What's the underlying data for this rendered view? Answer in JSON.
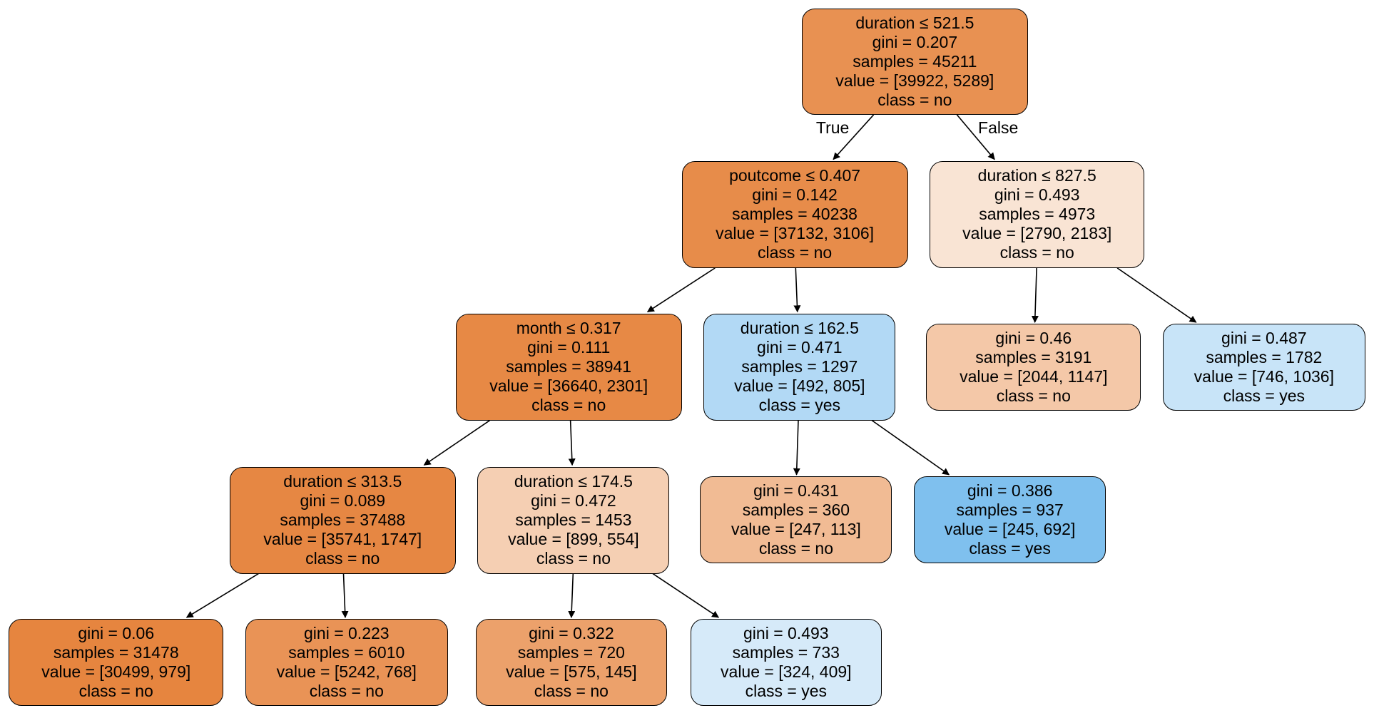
{
  "tree": {
    "nodes": [
      {
        "id": "n0",
        "lines": [
          "duration ≤ 521.5",
          "gini = 0.207",
          "samples = 45211",
          "value = [39922, 5289]",
          "class = no"
        ],
        "fill": "#e89152"
      },
      {
        "id": "n1",
        "lines": [
          "poutcome ≤ 0.407",
          "gini = 0.142",
          "samples = 40238",
          "value = [37132, 3106]",
          "class = no"
        ],
        "fill": "#e78c4a"
      },
      {
        "id": "n2",
        "lines": [
          "duration ≤ 827.5",
          "gini = 0.493",
          "samples = 4973",
          "value = [2790, 2183]",
          "class = no"
        ],
        "fill": "#f9e4d4"
      },
      {
        "id": "n3",
        "lines": [
          "month ≤ 0.317",
          "gini = 0.111",
          "samples = 38941",
          "value = [36640, 2301]",
          "class = no"
        ],
        "fill": "#e78945"
      },
      {
        "id": "n4",
        "lines": [
          "duration ≤ 162.5",
          "gini = 0.471",
          "samples = 1297",
          "value = [492, 805]",
          "class = yes"
        ],
        "fill": "#b2d9f5"
      },
      {
        "id": "n5",
        "lines": [
          "gini = 0.46",
          "samples = 3191",
          "value = [2044, 1147]",
          "class = no"
        ],
        "fill": "#f4c8a8"
      },
      {
        "id": "n6",
        "lines": [
          "gini = 0.487",
          "samples = 1782",
          "value = [746, 1036]",
          "class = yes"
        ],
        "fill": "#c8e4f8"
      },
      {
        "id": "n7",
        "lines": [
          "duration ≤ 313.5",
          "gini = 0.089",
          "samples = 37488",
          "value = [35741, 1747]",
          "class = no"
        ],
        "fill": "#e68743"
      },
      {
        "id": "n8",
        "lines": [
          "duration ≤ 174.5",
          "gini = 0.472",
          "samples = 1453",
          "value = [899, 554]",
          "class = no"
        ],
        "fill": "#f5cfb3"
      },
      {
        "id": "n9",
        "lines": [
          "gini = 0.431",
          "samples = 360",
          "value = [247, 113]",
          "class = no"
        ],
        "fill": "#f1bb94"
      },
      {
        "id": "n10",
        "lines": [
          "gini = 0.386",
          "samples = 937",
          "value = [245, 692]",
          "class = yes"
        ],
        "fill": "#7fc0ee"
      },
      {
        "id": "n11",
        "lines": [
          "gini = 0.06",
          "samples = 31478",
          "value = [30499, 979]",
          "class = no"
        ],
        "fill": "#e6853f"
      },
      {
        "id": "n12",
        "lines": [
          "gini = 0.223",
          "samples = 6010",
          "value = [5242, 768]",
          "class = no"
        ],
        "fill": "#e99356"
      },
      {
        "id": "n13",
        "lines": [
          "gini = 0.322",
          "samples = 720",
          "value = [575, 145]",
          "class = no"
        ],
        "fill": "#eca16b"
      },
      {
        "id": "n14",
        "lines": [
          "gini = 0.493",
          "samples = 733",
          "value = [324, 409]",
          "class = yes"
        ],
        "fill": "#d6eaf9"
      }
    ],
    "edges": [
      {
        "from": "n0",
        "to": "n1",
        "label": "True"
      },
      {
        "from": "n0",
        "to": "n2",
        "label": "False"
      },
      {
        "from": "n1",
        "to": "n3"
      },
      {
        "from": "n1",
        "to": "n4"
      },
      {
        "from": "n2",
        "to": "n5"
      },
      {
        "from": "n2",
        "to": "n6"
      },
      {
        "from": "n3",
        "to": "n7"
      },
      {
        "from": "n3",
        "to": "n8"
      },
      {
        "from": "n4",
        "to": "n9"
      },
      {
        "from": "n4",
        "to": "n10"
      },
      {
        "from": "n7",
        "to": "n11"
      },
      {
        "from": "n7",
        "to": "n12"
      },
      {
        "from": "n8",
        "to": "n13"
      },
      {
        "from": "n8",
        "to": "n14"
      }
    ]
  }
}
